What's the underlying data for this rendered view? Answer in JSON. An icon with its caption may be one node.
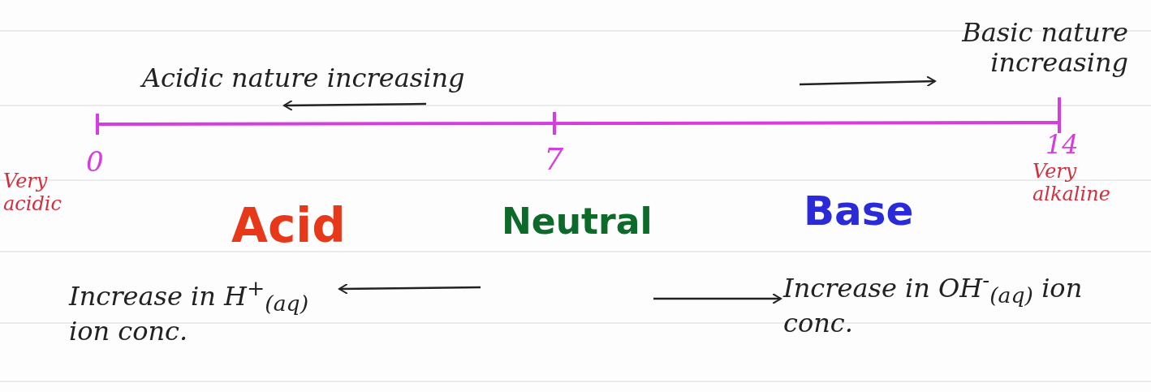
{
  "diagram": {
    "labels": [
      "Acidic nature increasing",
      "Basic nature increasing",
      "0",
      "7",
      "14",
      "Very acidic",
      "Very alkaline",
      "Acid",
      "Neutral",
      "Base",
      "Increase in H$^{+}$$_{(aq)}$ ion conc.",
      "Increase in OH$^{-}$$_{(aq)}$ ion conc."
    ]
  }
}
